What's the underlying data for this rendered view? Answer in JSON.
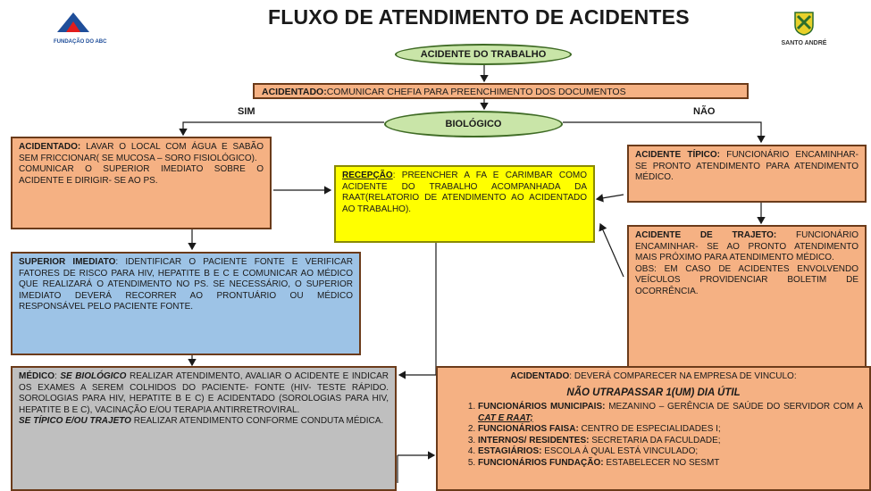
{
  "header": {
    "title": "FLUXO DE ATENDIMENTO DE ACIDENTES",
    "logo_left_text": "FUNDAÇÃO DO ABC",
    "logo_right_text": "SANTO ANDRÉ"
  },
  "nodes": {
    "acidente_trabalho": "ACIDENTE DO TRABALHO",
    "acidentado_comunicar": {
      "head": "ACIDENTADO:",
      "text": "COMUNICAR CHEFIA PARA PREENCHIMENTO DOS DOCUMENTOS"
    },
    "biologico": "BIOLÓGICO",
    "sim": "SIM",
    "nao": "NÃO",
    "lavar": {
      "head": "ACIDENTADO:",
      "text": " LAVAR O LOCAL COM ÁGUA E SABÃO SEM FRICCIONAR( SE MUCOSA – SORO FISIOLÓGICO).",
      "text2": "COMUNICAR O SUPERIOR IMEDIATO SOBRE O ACIDENTE E DIRIGIR- SE AO PS."
    },
    "recepcao": {
      "head": "RECEPÇÃO",
      "text": ": PREENCHER A FA E CARIMBAR COMO ACIDENTE DO TRABALHO ACOMPANHADA DA RAAT(RELATORIO DE ATENDIMENTO AO ACIDENTADO AO TRABALHO)."
    },
    "tipico": {
      "head": "ACIDENTE TÍPICO:",
      "text": " FUNCIONÁRIO ENCAMINHAR- SE PRONTO ATENDIMENTO PARA ATENDIMENTO MÉDICO."
    },
    "trajeto": {
      "head": "ACIDENTE DE TRAJETO:",
      "text": " FUNCIONÁRIO ENCAMINHAR- SE AO PRONTO ATENDIMENTO MAIS PRÓXIMO PARA ATENDIMENTO MÉDICO.",
      "text2": "OBS: EM CASO DE ACIDENTES ENVOLVENDO VEÍCULOS PROVIDENCIAR BOLETIM DE OCORRÊNCIA."
    },
    "superior": {
      "head": "SUPERIOR IMEDIATO",
      "text": ": IDENTIFICAR O PACIENTE FONTE E VERIFICAR FATORES DE RISCO PARA HIV, HEPATITE B E C E COMUNICAR AO MÉDICO QUE REALIZARÁ O ATENDIMENTO NO PS. SE NECESSÁRIO, O SUPERIOR IMEDIATO DEVERÁ RECORRER AO PRONTUÁRIO OU MÉDICO RESPONSÁVEL PELO PACIENTE FONTE."
    },
    "medico": {
      "head": "MÉDICO",
      "sep": ": ",
      "head2": "SE BIOLÓGICO",
      "text": " REALIZAR ATENDIMENTO, AVALIAR O ACIDENTE E INDICAR OS EXAMES A SEREM COLHIDOS DO PACIENTE- FONTE (HIV- TESTE RÁPIDO. SOROLOGIAS PARA HIV, HEPATITE B E C) E ACIDENTADO (SOROLOGIAS PARA HIV, HEPATITE B E C), VACINAÇÃO E/OU TERAPIA ANTIRRETROVIRAL.",
      "head3": "SE TÍPICO E/OU TRAJETO",
      "text2": " REALIZAR ATENDIMENTO CONFORME CONDUTA MÉDICA."
    },
    "vinculo": {
      "head": "ACIDENTADO",
      "text": ": DEVERÁ COMPARECER NA EMPRESA DE VINCULO:",
      "sub": "NÃO UTRAPASSAR 1(UM) DIA ÚTIL",
      "items": [
        {
          "head": "FUNCIONÁRIOS MUNICIPAIS:",
          "text": " MEZANINO – GERÊNCIA DE SAÚDE DO SERVIDOR COM A ",
          "em": "CAT E RAAT;"
        },
        {
          "head": "FUNCIONÁRIOS FAISA:",
          "text": " CENTRO DE ESPECIALIDADES I;",
          "em": ""
        },
        {
          "head": "INTERNOS/ RESIDENTES:",
          "text": " SECRETARIA DA FACULDADE;",
          "em": ""
        },
        {
          "head": "ESTAGIÁRIOS:",
          "text": " ESCOLA À QUAL ESTÁ VINCULADO;",
          "em": ""
        },
        {
          "head": "FUNCIONÁRIOS FUNDAÇÃO:",
          "text": " ESTABELECER NO SESMT",
          "em": ""
        }
      ]
    }
  },
  "colors": {
    "orange": "#f5b183",
    "blue": "#9dc3e6",
    "gray": "#bfbfbf",
    "yellow": "#ffff00",
    "oval_green": "#c9e5a8"
  }
}
